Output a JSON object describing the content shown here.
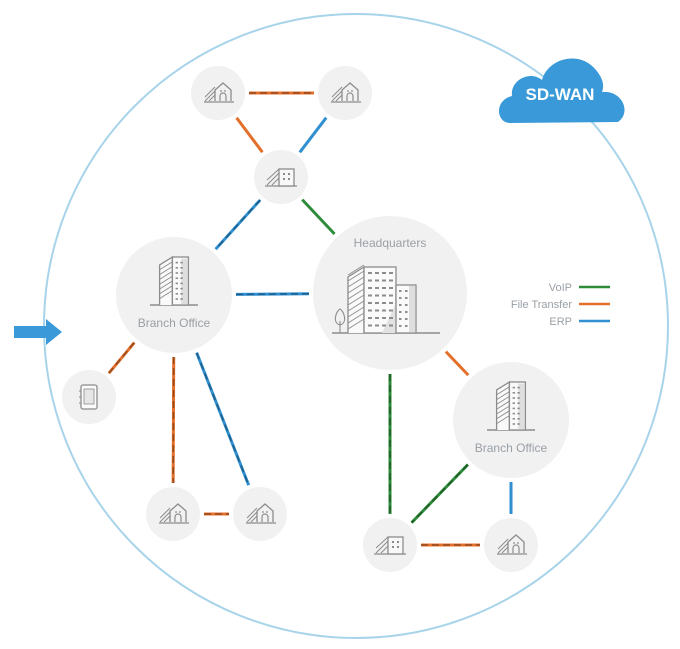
{
  "diagram": {
    "badge": {
      "label": "SD-WAN",
      "color": "#3a9ad9",
      "icon": "cloud-icon"
    },
    "boundary_color": "#a8d4ea",
    "entry_arrow": {
      "icon": "arrow-right-icon",
      "color": "#3a9ad9"
    },
    "colors": {
      "voip": "#2e8b3a",
      "file_transfer": "#e2702b",
      "erp": "#2f8fd0",
      "node_fill": "#f1f1f1",
      "icon_stroke": "#8c8c8c"
    },
    "legend": [
      {
        "key": "voip",
        "label": "VoIP"
      },
      {
        "key": "file_transfer",
        "label": "File Transfer"
      },
      {
        "key": "erp",
        "label": "ERP"
      }
    ],
    "nodes": [
      {
        "id": "hq",
        "type": "headquarters",
        "label": "Headquarters",
        "icon": "headquarters-building-icon"
      },
      {
        "id": "branch-left",
        "type": "branch",
        "label": "Branch Office",
        "icon": "branch-building-icon"
      },
      {
        "id": "branch-right",
        "type": "branch",
        "label": "Branch Office",
        "icon": "branch-building-icon"
      },
      {
        "id": "small-office-top",
        "type": "small-office",
        "label": "",
        "icon": "small-office-icon"
      },
      {
        "id": "home-top-left",
        "type": "home",
        "label": "",
        "icon": "home-icon"
      },
      {
        "id": "home-top-right",
        "type": "home",
        "label": "",
        "icon": "home-icon"
      },
      {
        "id": "mobile",
        "type": "mobile",
        "label": "",
        "icon": "mobile-device-icon"
      },
      {
        "id": "home-bottom-left-1",
        "type": "home",
        "label": "",
        "icon": "home-icon"
      },
      {
        "id": "home-bottom-left-2",
        "type": "home",
        "label": "",
        "icon": "home-icon"
      },
      {
        "id": "small-office-bottom",
        "type": "small-office",
        "label": "",
        "icon": "small-office-icon"
      },
      {
        "id": "home-bottom-right",
        "type": "home",
        "label": "",
        "icon": "home-icon"
      }
    ],
    "links": [
      {
        "from": "home-top-left",
        "to": "home-top-right",
        "traffic": "file_transfer",
        "style": "dashed"
      },
      {
        "from": "home-top-left",
        "to": "small-office-top",
        "traffic": "file_transfer",
        "style": "solid"
      },
      {
        "from": "home-top-right",
        "to": "small-office-top",
        "traffic": "erp",
        "style": "solid"
      },
      {
        "from": "small-office-top",
        "to": "branch-left",
        "traffic": "erp",
        "style": "dashed"
      },
      {
        "from": "small-office-top",
        "to": "hq",
        "traffic": "voip",
        "style": "solid"
      },
      {
        "from": "branch-left",
        "to": "hq",
        "traffic": "erp",
        "style": "dashed"
      },
      {
        "from": "branch-left",
        "to": "mobile",
        "traffic": "file_transfer",
        "style": "dashed"
      },
      {
        "from": "branch-left",
        "to": "home-bottom-left-1",
        "traffic": "file_transfer",
        "style": "dashed"
      },
      {
        "from": "branch-left",
        "to": "home-bottom-left-2",
        "traffic": "erp",
        "style": "dashed"
      },
      {
        "from": "home-bottom-left-1",
        "to": "home-bottom-left-2",
        "traffic": "file_transfer",
        "style": "dashed"
      },
      {
        "from": "hq",
        "to": "branch-right",
        "traffic": "file_transfer",
        "style": "solid"
      },
      {
        "from": "hq",
        "to": "small-office-bottom",
        "traffic": "voip",
        "style": "dashed"
      },
      {
        "from": "branch-right",
        "to": "small-office-bottom",
        "traffic": "voip",
        "style": "dashed"
      },
      {
        "from": "branch-right",
        "to": "home-bottom-right",
        "traffic": "erp",
        "style": "solid"
      },
      {
        "from": "small-office-bottom",
        "to": "home-bottom-right",
        "traffic": "file_transfer",
        "style": "dashed"
      }
    ]
  }
}
